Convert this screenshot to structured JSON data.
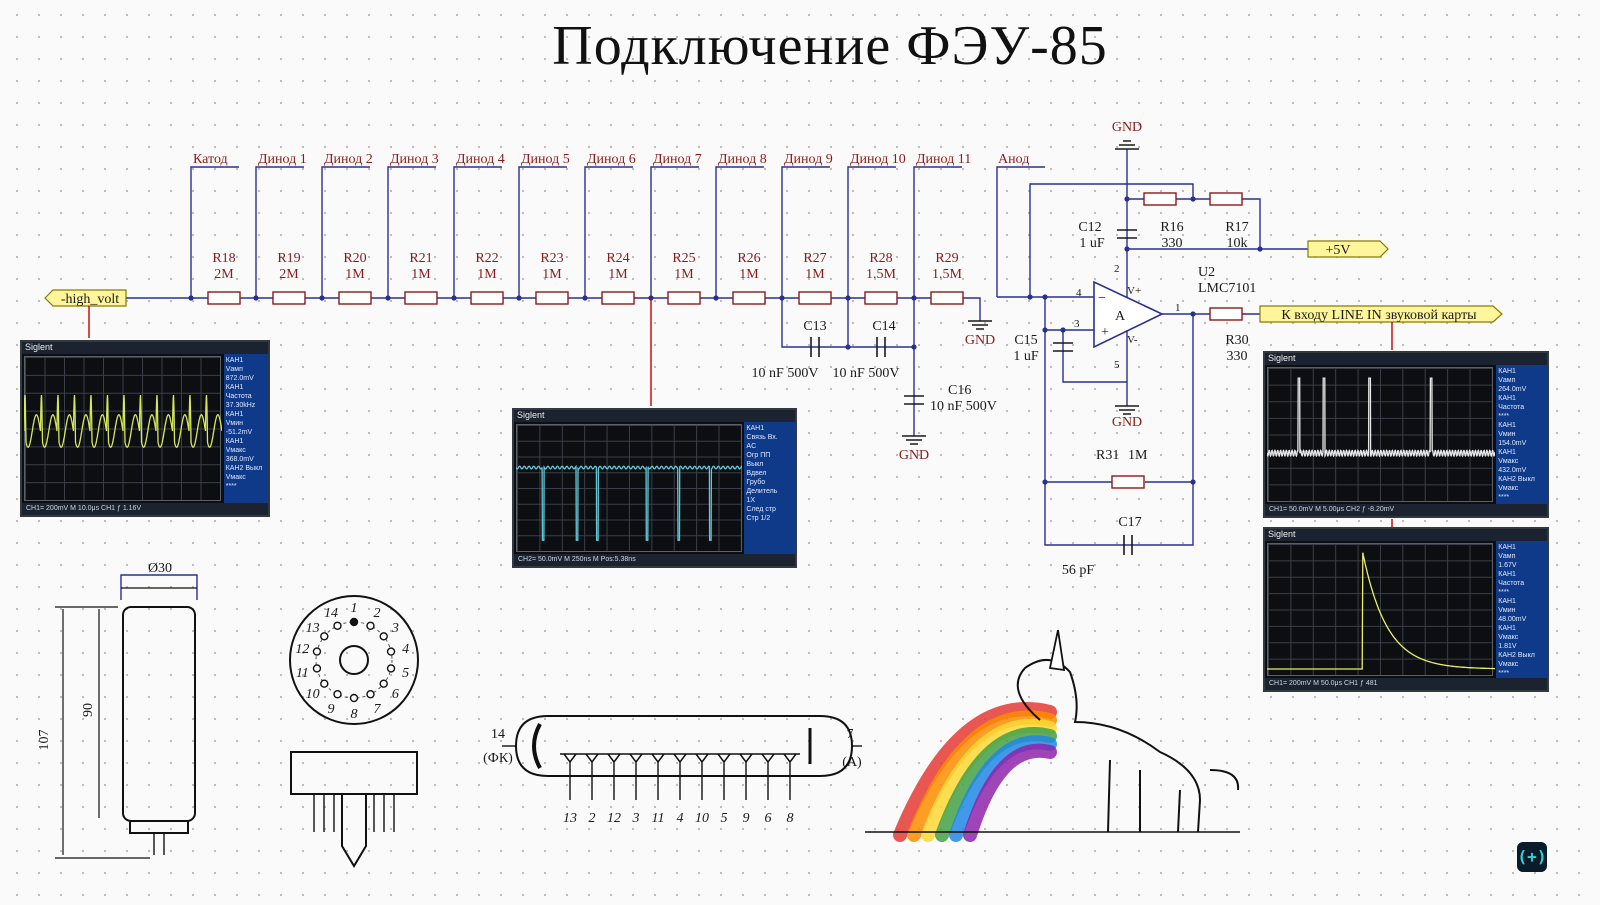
{
  "title": "Подключение ФЭУ-85",
  "nodes": [
    "Катод",
    "Динод 1",
    "Динод 2",
    "Динод 3",
    "Динод 4",
    "Динод 5",
    "Динод 6",
    "Динод 7",
    "Динод 8",
    "Динод 9",
    "Динод 10",
    "Динод 11",
    "Анод"
  ],
  "resistors": [
    {
      "ref": "R18",
      "val": "2M"
    },
    {
      "ref": "R19",
      "val": "2M"
    },
    {
      "ref": "R20",
      "val": "1M"
    },
    {
      "ref": "R21",
      "val": "1M"
    },
    {
      "ref": "R22",
      "val": "1M"
    },
    {
      "ref": "R23",
      "val": "1M"
    },
    {
      "ref": "R24",
      "val": "1M"
    },
    {
      "ref": "R25",
      "val": "1M"
    },
    {
      "ref": "R26",
      "val": "1M"
    },
    {
      "ref": "R27",
      "val": "1M"
    },
    {
      "ref": "R28",
      "val": "1.5M"
    },
    {
      "ref": "R29",
      "val": "1.5M"
    }
  ],
  "hv_label": "-high_volt",
  "caps": {
    "c13": {
      "ref": "C13",
      "val": "10 nF 500V"
    },
    "c14": {
      "ref": "C14",
      "val": "10 nF 500V"
    },
    "c16": {
      "ref": "C16",
      "val": "10 nF 500V"
    },
    "c12": {
      "ref": "C12",
      "val": "1 uF"
    },
    "c15": {
      "ref": "C15",
      "val": "1 uF"
    },
    "c17": {
      "ref": "C17",
      "val": "56 pF"
    }
  },
  "opamp": {
    "ref": "U2",
    "part": "LMC7101",
    "inner": "A",
    "vplus": "V+",
    "vminus": "V-",
    "pin_out": "1",
    "pin_vp": "2",
    "pin_inv": "4",
    "pin_noninv": "3",
    "pin_vm": "5"
  },
  "extra_resistors": {
    "r16": {
      "ref": "R16",
      "val": "330"
    },
    "r17": {
      "ref": "R17",
      "val": "10k"
    },
    "r31": {
      "ref": "R31",
      "val": "1M"
    },
    "r30": {
      "ref": "R30",
      "val": "330"
    }
  },
  "gnd": "GND",
  "supply": "+5V",
  "output_label": "К входу LINE IN звуковой карты",
  "scope1": {
    "brand": "Siglent",
    "panel": [
      "КАН1",
      "Vамп",
      "872.0mV",
      "КАН1",
      "Частота",
      "37.30kHz",
      "КАН1",
      "Vмин",
      "-51.2mV",
      "КАН1",
      "Vмакс",
      "368.0mV",
      "КАН2 Выкл",
      "Vмакс",
      "****"
    ],
    "foot": "CH1= 200mV     M 10.0μs     CH1 ƒ 1.16V"
  },
  "scope2": {
    "brand": "Siglent",
    "panel": [
      "КАН1",
      "Связь Вх.",
      "AC",
      "Огр ПП",
      "Выкл",
      "Вдвел",
      "Грубо",
      "Делитель",
      "1X",
      "След стр",
      "Стр 1/2"
    ],
    "foot": "CH2= 50.0mV     M 250ns     M Pos:5.38ns"
  },
  "scope3": {
    "brand": "Siglent",
    "panel": [
      "КАН1",
      "Vамп",
      "264.0mV",
      "КАН1",
      "Частота",
      "****",
      "КАН1",
      "Vмин",
      "154.0mV",
      "КАН1",
      "Vмакс",
      "432.0mV",
      "КАН2 Выкл",
      "Vмакс",
      "****"
    ],
    "foot": "CH1= 50.0mV     M 5.00μs     CH2 ƒ -8.20mV"
  },
  "scope4": {
    "brand": "Siglent",
    "panel": [
      "КАН1",
      "Vамп",
      "1.67V",
      "КАН1",
      "Частота",
      "****",
      "КАН1",
      "Vмин",
      "48.00mV",
      "КАН1",
      "Vмакс",
      "1.81V",
      "КАН2 Выкл",
      "Vмакс",
      "****"
    ],
    "foot": "CH1= 200mV     M 50.0μs     CH1 ƒ 481"
  },
  "tube_dims": {
    "diameter": "Ø30",
    "total": "107",
    "body": "90"
  },
  "socket_pins": [
    "1",
    "2",
    "3",
    "4",
    "5",
    "6",
    "7",
    "8",
    "9",
    "10",
    "11",
    "12",
    "13",
    "14"
  ],
  "tube_schematic": {
    "left_pin": "14",
    "left_name": "(ФК)",
    "right_pin": "7",
    "right_name": "(А)",
    "bottom_pins": [
      "13",
      "2",
      "12",
      "3",
      "11",
      "4",
      "10",
      "5",
      "9",
      "6",
      "8"
    ]
  },
  "badge": "(+)"
}
